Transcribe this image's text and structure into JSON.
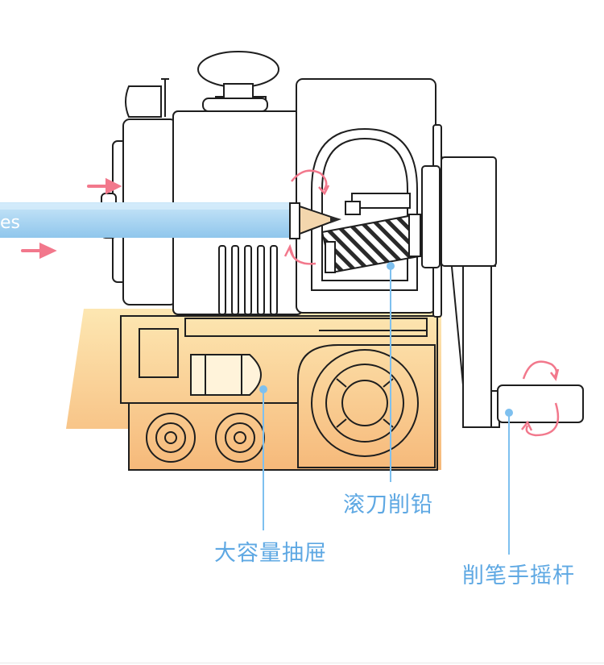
{
  "callouts": {
    "roller_blade": "滚刀削铅",
    "drawer": "大容量抽屉",
    "hand_crank": "削笔手摇杆"
  },
  "pencil_text": "es",
  "colors": {
    "label": "#5ea8e3",
    "leader": "#7ec0ef",
    "arrow": "#f2788c",
    "outline": "#1e1e1e",
    "base_light": "#fde7b2",
    "base_dark": "#f6b97a",
    "pencil": "#a5d4f1"
  },
  "icons": [
    "pink-push-arrow-icon",
    "pink-rotate-arrow-icon"
  ]
}
